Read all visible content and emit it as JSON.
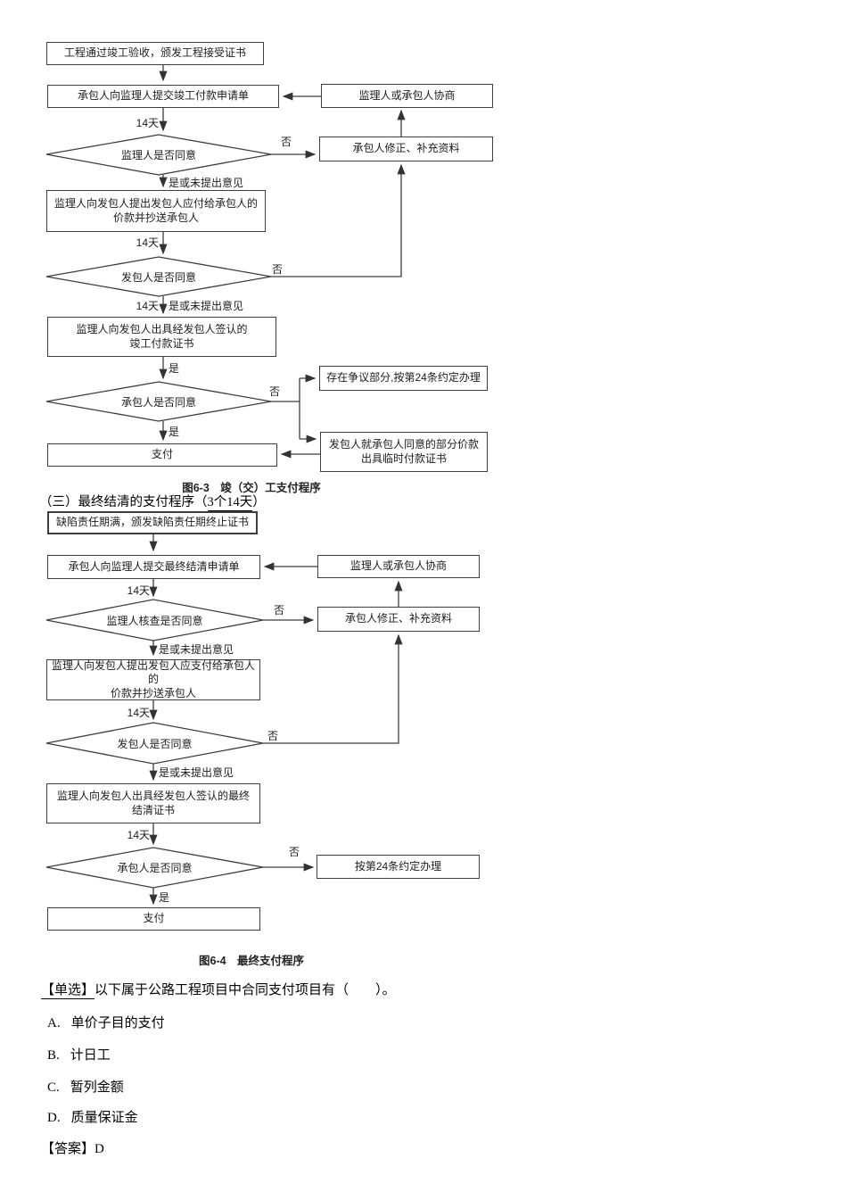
{
  "chart1": {
    "caption": "图6-3　竣（交）工支付程序",
    "boxes": {
      "start": "工程通过竣工验收，颁发工程接受证书",
      "submit": "承包人向监理人提交竣工付款申请单",
      "negotiate": "监理人或承包人协商",
      "revise": "承包人修正、补充资料",
      "propose": "监理人向发包人提出发包人应付给承包人的\n价款并抄送承包人",
      "certify": "监理人向发包人出具经发包人签认的\n竣工付款证书",
      "dispute": "存在争议部分,按第24条约定办理",
      "partial": "发包人就承包人同意的部分价款\n出具临时付款证书",
      "pay": "支付"
    },
    "diamonds": {
      "d1": "监理人是否同意",
      "d2": "发包人是否同意",
      "d3": "承包人是否同意"
    },
    "labels": {
      "days14": "14天",
      "no": "否",
      "yes": "是",
      "agree_or_silent": "是或未提出意见"
    }
  },
  "section_heading": {
    "prefix": "（三）最终结清的支付程序（",
    "underlined": "3个14天",
    "suffix": "）"
  },
  "chart2": {
    "caption": "图6-4　最终支付程序",
    "boxes": {
      "start": "缺陷责任期满，颁发缺陷责任期终止证书",
      "submit": "承包人向监理人提交最终结清申请单",
      "negotiate": "监理人或承包人协商",
      "revise": "承包人修正、补充资料",
      "propose": "监理人向发包人提出发包人应支付给承包人的\n价款并抄送承包人",
      "certify": "监理人向发包人出具经发包人签认的最终\n结清证书",
      "clause24": "按第24条约定办理",
      "pay": "支付"
    },
    "diamonds": {
      "d1": "监理人核查是否同意",
      "d2": "发包人是否同意",
      "d3": "承包人是否同意"
    },
    "labels": {
      "days14": "14天",
      "no": "否",
      "yes": "是",
      "agree_or_silent": "是或未提出意见"
    }
  },
  "question": {
    "tag": "【单选】",
    "stem": "以下属于公路工程项目中合同支付项目有（　　）。",
    "options": [
      {
        "letter": "A.",
        "text": "单价子目的支付"
      },
      {
        "letter": "B.",
        "text": "计日工"
      },
      {
        "letter": "C.",
        "text": "暂列金额"
      },
      {
        "letter": "D.",
        "text": "质量保证金"
      }
    ],
    "answer": "【答案】D"
  },
  "colors": {
    "line": "#3d3d3d",
    "text": "#1c1c1c"
  }
}
